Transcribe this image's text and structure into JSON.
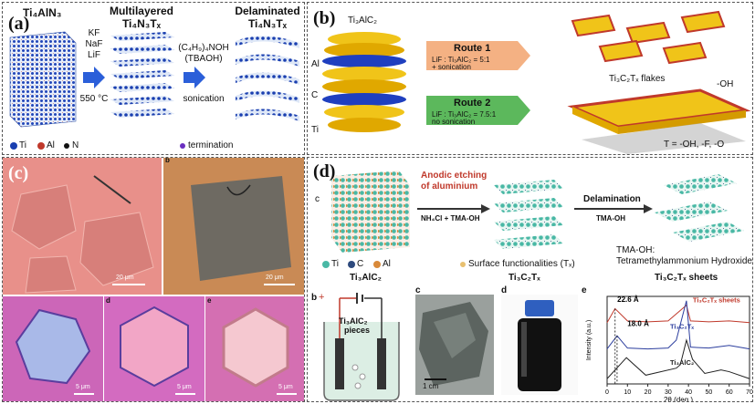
{
  "panel_a": {
    "label": "(a)",
    "col1": "Ti₄AlN₃",
    "col2_l1": "Multilayered",
    "col2_l2": "Ti₄N₃Tₓ",
    "col3_l1": "Delaminated",
    "col3_l2": "Ti₄N₃Tₓ",
    "reagents": [
      "KF",
      "NaF",
      "LiF"
    ],
    "temp": "550 °C",
    "reagent2_l1": "(C₄H₉)₄NOH",
    "reagent2_l2": "(TBAOH)",
    "sonication": "sonication",
    "legend_ti": "Ti",
    "legend_al": "Al",
    "legend_n": "N",
    "legend_term": "termination"
  },
  "panel_b": {
    "label": "(b)",
    "structure": "Ti₃AlC₂",
    "atom_al": "Al",
    "atom_c": "C",
    "atom_ti": "Ti",
    "route1": "Route 1",
    "route1_l1": "LiF : Ti₃AlC₂ = 5:1",
    "route1_l2": "+ sonication",
    "route2": "Route 2",
    "route2_l1": "LiF : Ti₃AlC₂ = 7.5:1",
    "route2_l2": "no sonication",
    "flakes": "Ti₃C₂Tₓ flakes",
    "oh": "-OH",
    "tlist": "T = -OH, -F, -O"
  },
  "panel_c": {
    "label": "(c)",
    "sub_b": "b",
    "sub_d": "d",
    "sub_e": "e",
    "scale1": "20 μm",
    "scale2": "20 μm",
    "scale3": "5 μm",
    "scale4": "5 μm",
    "scale5": "5 μm"
  },
  "panel_d": {
    "label": "(d)",
    "axis_c": "c",
    "etching_l1": "Anodic etching",
    "etching_l2": "of aluminium",
    "reagent1": "NH₄Cl + TMA-OH",
    "delamination": "Delamination",
    "reagent2": "TMA-OH",
    "legend_ti": "Ti",
    "legend_c": "C",
    "legend_al": "Al",
    "surface": "Surface functionalities (Tₓ)",
    "tma_l1": "TMA-OH:",
    "tma_l2": "Tetramethylammonium Hydroxide",
    "name1": "Ti₃AlC₂",
    "name2": "Ti₃C₂Tₓ",
    "name3": "Ti₃C₂Tₓ sheets",
    "sub_b": "b",
    "sub_c": "c",
    "sub_d": "d",
    "sub_e": "e",
    "pieces_l1": "Ti₃AlC₂",
    "pieces_l2": "pieces",
    "scale_cm": "1 cm"
  },
  "chart_data": {
    "type": "line",
    "xlabel": "2θ (deg.)",
    "ylabel": "Intensity (a.u.)",
    "xlim": [
      0,
      70
    ],
    "xticks": [
      0,
      10,
      20,
      30,
      40,
      50,
      60,
      70
    ],
    "annotations": [
      "22.6 Å",
      "18.0 Å"
    ],
    "series": [
      {
        "name": "Ti₃C₂Tₓ sheets",
        "color": "#c0392b",
        "x": [
          0,
          3.9,
          10,
          20,
          30,
          39,
          41,
          50,
          60,
          70
        ],
        "y": [
          0.7,
          0.86,
          0.72,
          0.71,
          0.72,
          0.9,
          0.72,
          0.71,
          0.72,
          0.7
        ]
      },
      {
        "name": "Ti₃C₂Tₓ",
        "color": "#2c3e9e",
        "x": [
          0,
          4.9,
          10,
          20,
          30,
          34,
          39,
          41,
          50,
          60,
          70
        ],
        "y": [
          0.4,
          0.55,
          0.41,
          0.4,
          0.41,
          0.5,
          0.95,
          0.42,
          0.41,
          0.44,
          0.4
        ]
      },
      {
        "name": "Ti₃AlC₂",
        "color": "#222222",
        "x": [
          0,
          9.5,
          19,
          34,
          36,
          39,
          42,
          48,
          56,
          60,
          70
        ],
        "y": [
          0.06,
          0.3,
          0.1,
          0.18,
          0.22,
          0.5,
          0.28,
          0.12,
          0.16,
          0.14,
          0.06
        ]
      }
    ]
  },
  "colors": {
    "ti": "#1a3fb0",
    "al": "#c0392b",
    "yellow": "#f0c419",
    "blue": "#1f3fbf",
    "teal": "#49b8a5",
    "route1": "#f4b183",
    "route2": "#5cb85c",
    "pink": "#e8919f",
    "magenta": "#b85fb0"
  }
}
